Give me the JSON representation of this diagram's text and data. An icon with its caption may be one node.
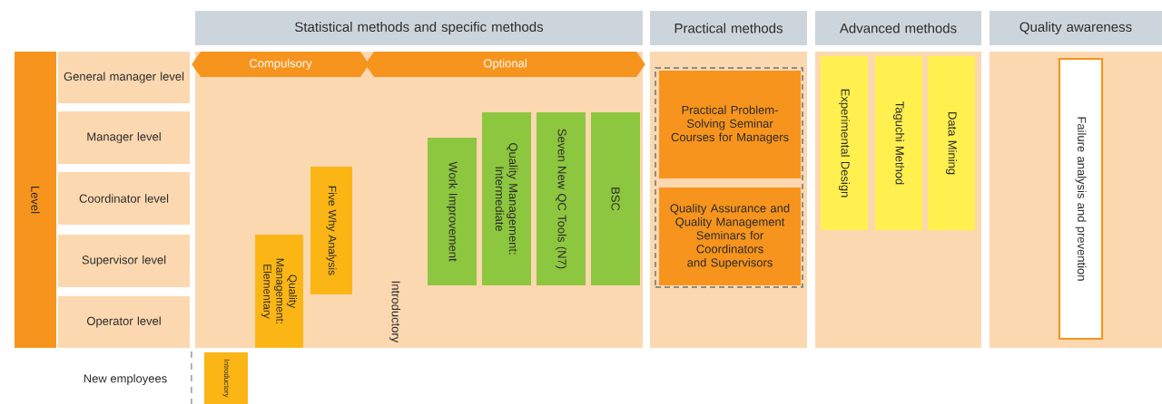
{
  "diagram": {
    "nodes": [
      {
        "text": [
          "Statistical methods and specific methods"
        ]
      },
      {
        "text": [
          "Practical methods"
        ]
      },
      {
        "text": [
          "Advanced methods"
        ]
      },
      {
        "text": [
          "Quality awareness"
        ]
      },
      {
        "text": [
          "Level"
        ]
      },
      {
        "text": [
          "General manager level"
        ]
      },
      {
        "text": [
          "Manager level"
        ]
      },
      {
        "text": [
          "Coordinator level"
        ]
      },
      {
        "text": [
          "Supervisor level"
        ]
      },
      {
        "text": [
          "Operator level"
        ]
      },
      {
        "text": [],
        "shape": "box"
      },
      {
        "text": [],
        "shape": "box"
      },
      {
        "text": [],
        "shape": "box"
      },
      {
        "text": [],
        "shape": "box"
      },
      {
        "text": [
          "Compulsory"
        ],
        "in": 10
      },
      {
        "text": [
          "Optional"
        ],
        "in": 10
      },
      {
        "text": [
          "Quality Management: Elementary"
        ],
        "in": 10
      },
      {
        "text": [
          "Five Why Analysis"
        ],
        "in": 10
      },
      {
        "text": [
          "Work Improvement"
        ],
        "in": 10
      },
      {
        "text": [
          "Quality Management: Intermediate"
        ],
        "in": 10
      },
      {
        "text": [
          "Seven New QC Tools (N7)"
        ],
        "in": 10
      },
      {
        "text": [
          "BSC"
        ],
        "in": 10
      },
      {
        "text": [],
        "shape": "box",
        "in": 11
      },
      {
        "text": [
          "Practical Problem-Solving Seminar Courses for Managers"
        ],
        "in": 22
      },
      {
        "text": [
          "Quality Assurance and Quality Management Seminars for Coordinators and Supervisors"
        ],
        "in": 22
      },
      {
        "text": [
          "Experimental Design"
        ],
        "in": 12
      },
      {
        "text": [
          "Taguchi Method"
        ],
        "in": 12
      },
      {
        "text": [
          "Data Mining"
        ],
        "in": 12
      },
      {
        "text": [
          "Failure analysis and prevention"
        ],
        "in": 13
      },
      {
        "text": [
          "Introductory"
        ]
      }
    ],
    "labels": [
      "Introductory",
      "New employees"
    ]
  }
}
